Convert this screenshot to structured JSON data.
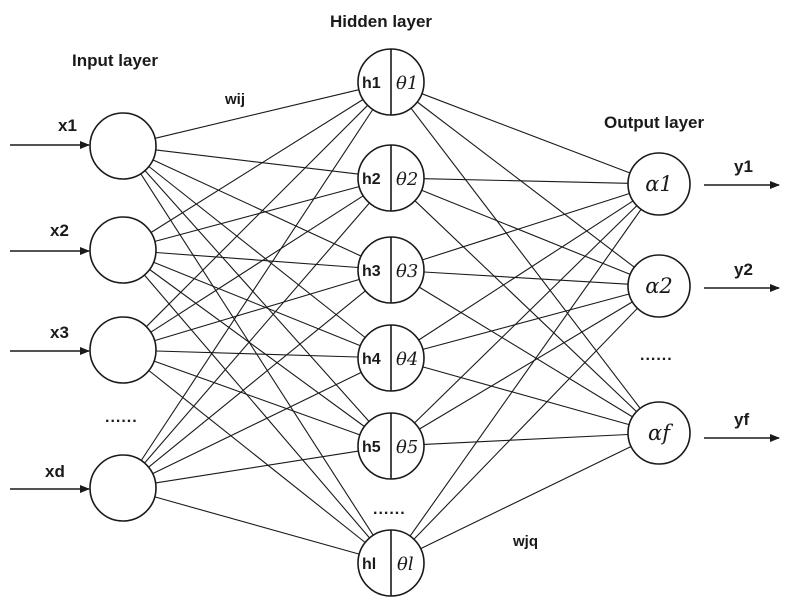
{
  "layers": {
    "input": "Input layer",
    "hidden": "Hidden layer",
    "output": "Output layer"
  },
  "inputs": [
    {
      "label": "x1"
    },
    {
      "label": "x2"
    },
    {
      "label": "x3"
    },
    {
      "label": "xd"
    }
  ],
  "input_ellipsis": "......",
  "hidden_nodes": [
    {
      "id": "h1",
      "theta": "θ1"
    },
    {
      "id": "h2",
      "theta": "θ2"
    },
    {
      "id": "h3",
      "theta": "θ3"
    },
    {
      "id": "h4",
      "theta": "θ4"
    },
    {
      "id": "h5",
      "theta": "θ5"
    },
    {
      "id": "hl",
      "theta": "θl"
    }
  ],
  "hidden_ellipsis": "......",
  "output_nodes": [
    {
      "alpha": "α1",
      "y": "y1"
    },
    {
      "alpha": "α2",
      "y": "y2"
    },
    {
      "alpha": "αf",
      "y": "yf"
    }
  ],
  "output_ellipsis": "......",
  "weights": {
    "input_hidden": "wij",
    "hidden_output": "wjq"
  }
}
